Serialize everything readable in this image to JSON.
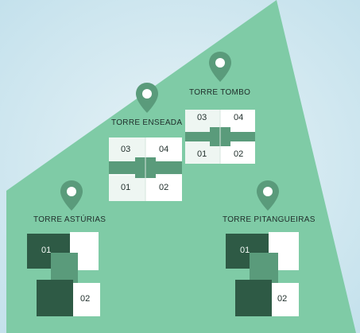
{
  "colors": {
    "sky": "#cfe8f1",
    "land": "#7fcba6",
    "pin": "#5a9b7b",
    "dark_unit": "#2e5a45",
    "mid_unit": "#5a9b7b",
    "light_unit": "#ffffff"
  },
  "towers": {
    "enseada": {
      "name": "TORRE ENSEADA",
      "units": [
        "03",
        "04",
        "01",
        "02"
      ]
    },
    "tombo": {
      "name": "TORRE TOMBO",
      "units": [
        "03",
        "04",
        "01",
        "02"
      ]
    },
    "asturias": {
      "name": "TORRE ASTÚRIAS",
      "units": [
        "01",
        "02"
      ]
    },
    "pitangueiras": {
      "name": "TORRE PITANGUEIRAS",
      "units": [
        "01",
        "02"
      ]
    }
  }
}
